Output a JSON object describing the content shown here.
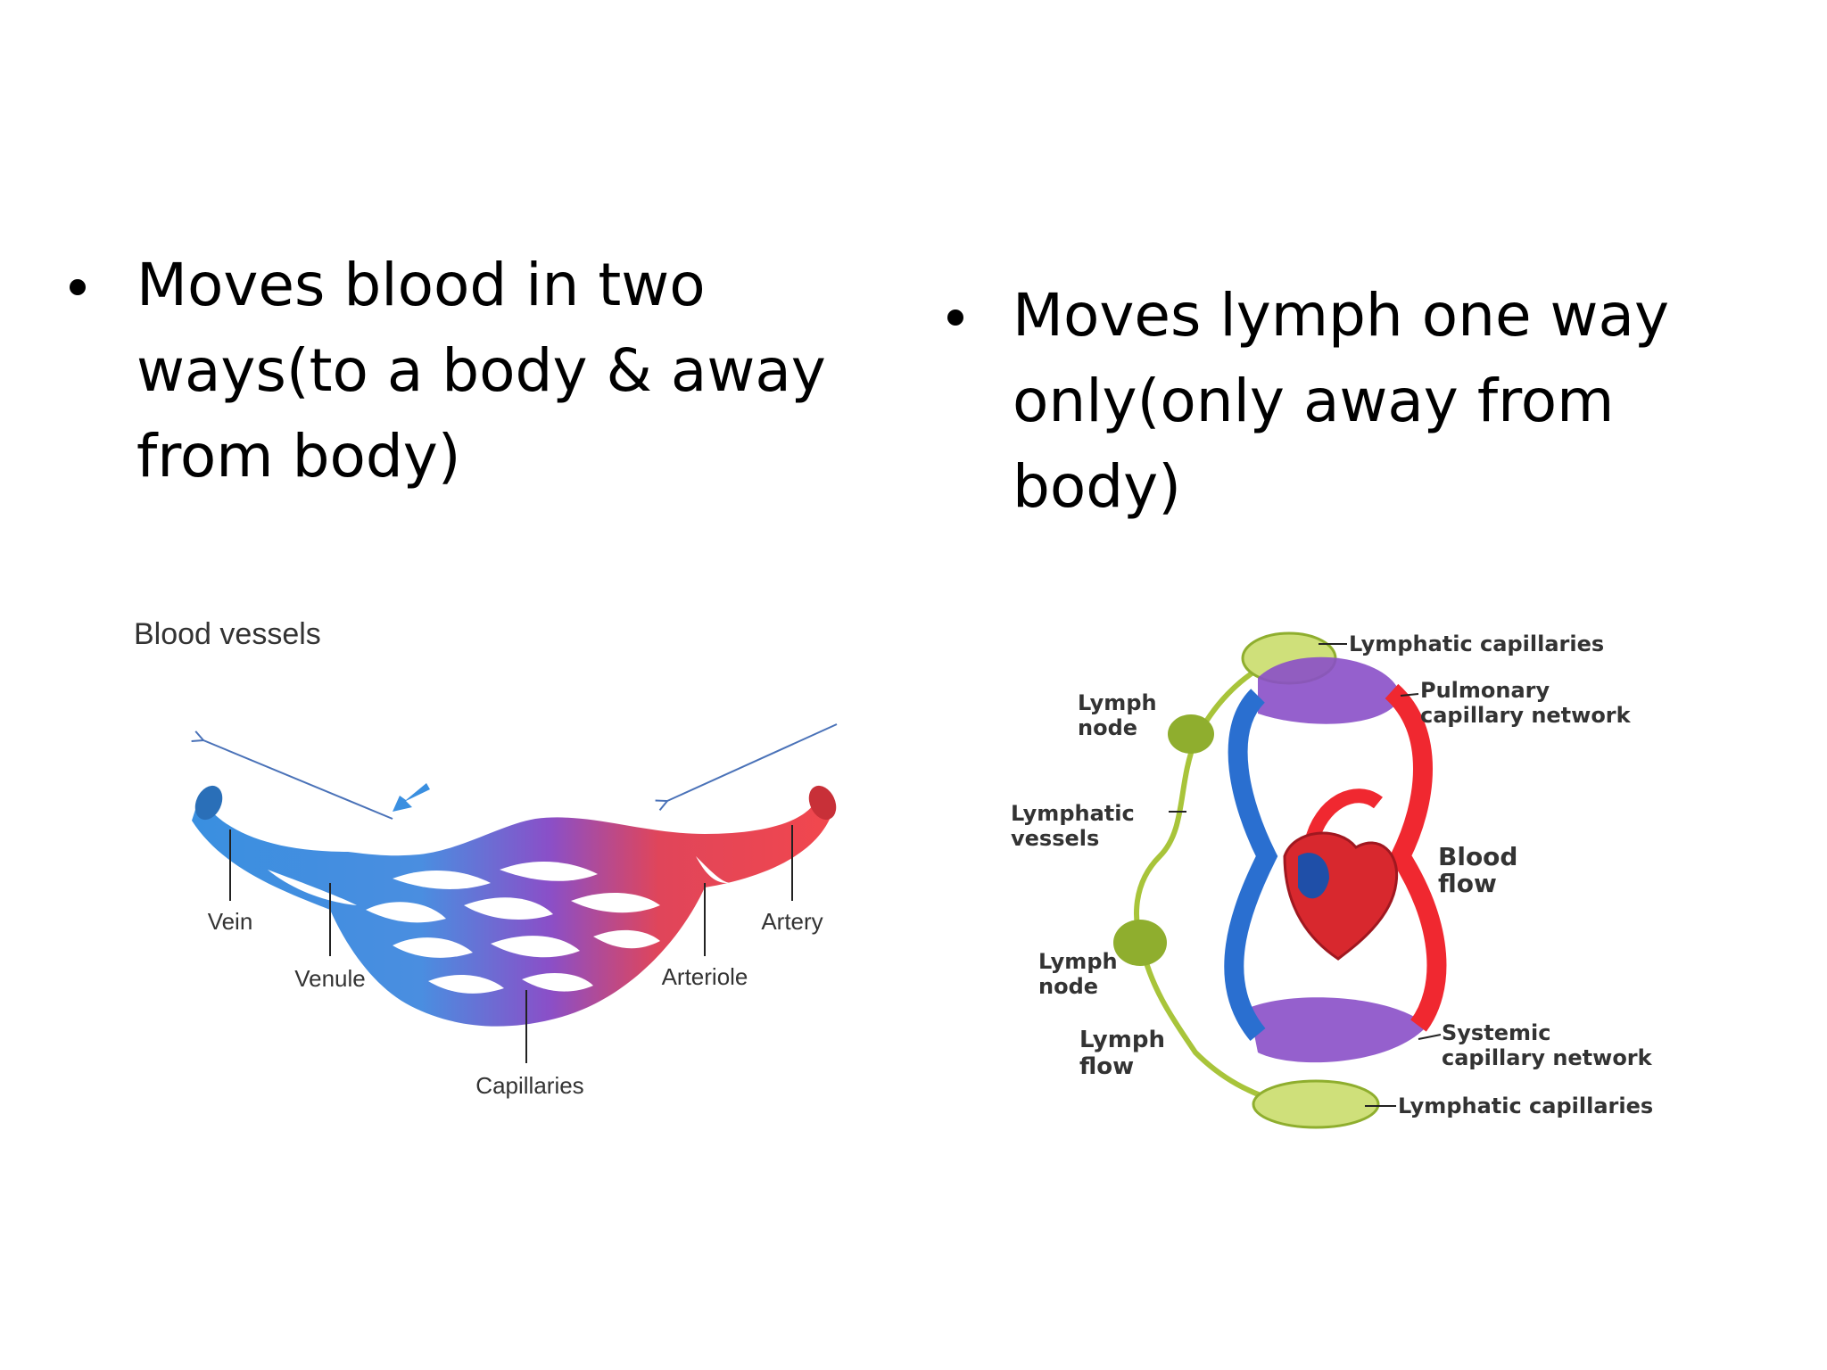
{
  "left": {
    "bullet": "Moves blood in two\nways(to a body & away\nfrom body)",
    "figure": {
      "title": "Blood vessels",
      "labels": {
        "vein": "Vein",
        "venule": "Venule",
        "capillaries": "Capillaries",
        "arteriole": "Arteriole",
        "artery": "Artery"
      }
    }
  },
  "right": {
    "bullet": "Moves lymph one way\nonly(only away from\nbody)",
    "figure": {
      "labels": {
        "lymphatic_capillaries_top": "Lymphatic capillaries",
        "pulmonary_1": "Pulmonary",
        "pulmonary_2": "capillary network",
        "lymph_node_top_1": "Lymph",
        "lymph_node_top_2": "node",
        "lymphatic_vessels_1": "Lymphatic",
        "lymphatic_vessels_2": "vessels",
        "blood_flow_1": "Blood",
        "blood_flow_2": "flow",
        "lymph_node_bottom_1": "Lymph",
        "lymph_node_bottom_2": "node",
        "lymph_flow_1": "Lymph",
        "lymph_flow_2": "flow",
        "systemic_1": "Systemic",
        "systemic_2": "capillary network",
        "lymphatic_capillaries_bottom": "Lymphatic capillaries"
      }
    }
  },
  "colors": {
    "vein_blue": "#3a8fe0",
    "artery_red": "#f2474d",
    "capillary_purple": "#8a4fc8",
    "lymph_green": "#a8c43a",
    "node_green": "#8fae2e",
    "arrow_blue": "#4a72b8"
  }
}
